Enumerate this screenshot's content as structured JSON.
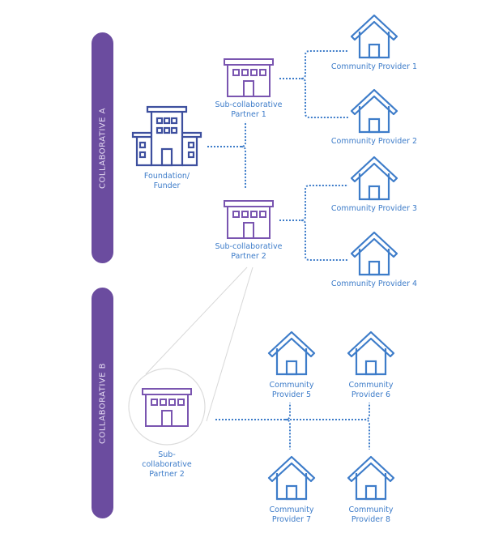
{
  "collaboratives": [
    {
      "label": "COLLABORATIVE A"
    },
    {
      "label": "COLLABORATIVE B"
    }
  ],
  "funder": {
    "label": "Foundation/\nFunder"
  },
  "partners": [
    {
      "label": "Sub-collaborative\nPartner 1"
    },
    {
      "label": "Sub-collaborative\nPartner 2"
    },
    {
      "label": "Sub-\ncollaborative\nPartner 2"
    }
  ],
  "providers": [
    {
      "label": "Community Provider 1"
    },
    {
      "label": "Community Provider 2"
    },
    {
      "label": "Community Provider 3"
    },
    {
      "label": "Community Provider 4"
    },
    {
      "label": "Community\nProvider 5"
    },
    {
      "label": "Community\nProvider 6"
    },
    {
      "label": "Community\nProvider 7"
    },
    {
      "label": "Community\nProvider 8"
    }
  ],
  "colors": {
    "purple": "#6b4c9f",
    "navy": "#3d4f9e",
    "blue": "#3d7cc9",
    "zoom_line": "#d8d8d8"
  }
}
